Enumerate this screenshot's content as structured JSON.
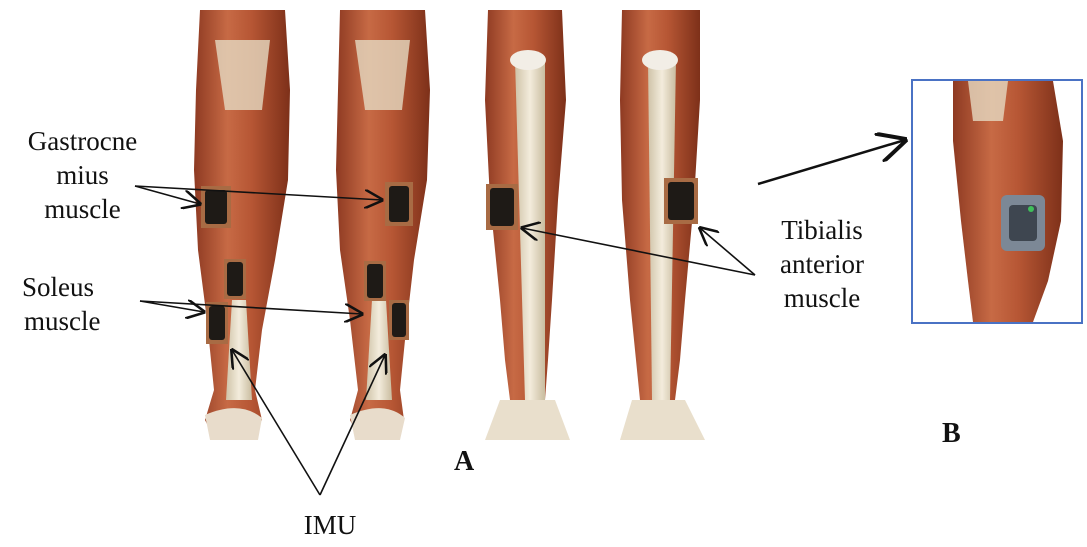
{
  "labels": {
    "gastrocnemius_line1": "Gastrocne",
    "gastrocnemius_line2": "mius",
    "gastrocnemius_line3": "muscle",
    "soleus_line1": "Soleus",
    "soleus_line2": "muscle",
    "tibialis_line1": "Tibialis",
    "tibialis_line2": "anterior",
    "tibialis_line3": "muscle",
    "imu": "IMU"
  },
  "panels": {
    "a": "A",
    "b": "B"
  },
  "colors": {
    "muscle": "#b5583a",
    "tendon": "#e6dcc8",
    "sensor": "#1e1a16",
    "frame": "#4a72c4"
  }
}
